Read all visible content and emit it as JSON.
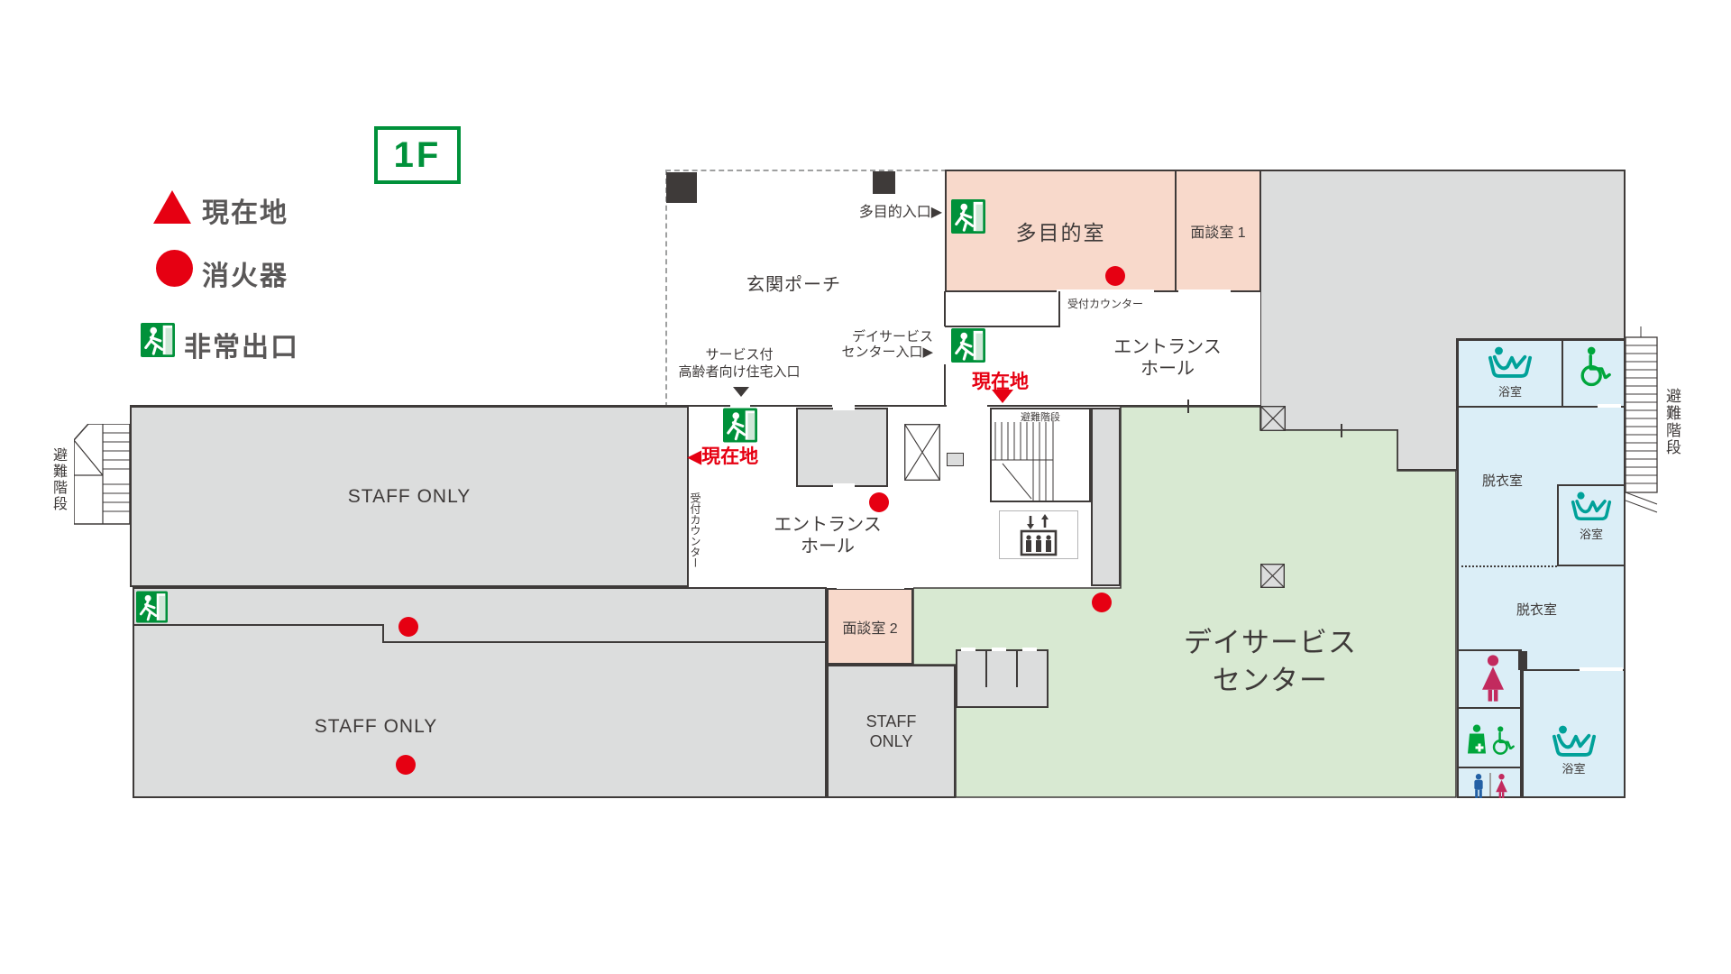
{
  "floor_label": "1F",
  "legend": {
    "current_location": "現在地",
    "fire_extinguisher": "消火器",
    "emergency_exit": "非常出口"
  },
  "labels": {
    "multipurpose_entrance": "多目的入口▶",
    "porch": "玄関ポーチ",
    "day_service_entrance": "デイサービス\nセンター入口▶",
    "senior_housing_entrance": "サービス付\n高齢者向け住宅入口",
    "current_center": "現在地",
    "current_left": "◀現在地",
    "counter_upper": "受付カウンター",
    "counter_lower": "受付カウンター",
    "hall_upper": "エントランス\nホール",
    "hall_lower": "エントランス\nホール",
    "multipurpose_room": "多目的室",
    "meeting_1": "面談室 1",
    "meeting_2": "面談室 2",
    "staff_upper": "STAFF ONLY",
    "staff_lower": "STAFF ONLY",
    "staff_small": "STAFF\nONLY",
    "day_service_center": "デイサービス\nセンター",
    "stairs_left": "避難階段",
    "stairs_center": "避難階段",
    "stairs_right": "避難階段",
    "bath_1": "浴室",
    "bath_2": "浴室",
    "bath_3": "浴室",
    "change_1": "脱衣室",
    "change_2": "脱衣室"
  },
  "colors": {
    "marker_red": "#e60012",
    "exit_green": "#00913a",
    "room_gray": "#dcdddd",
    "room_pink": "#f8d9cb",
    "room_green": "#d8e9d2",
    "room_blue": "#dbeef7",
    "wall": "#3e3a39",
    "legend_text": "#595757",
    "teal_icon": "#00a199",
    "wc_blue": "#2360a5",
    "wc_crimson": "#c22a5e",
    "wc_green": "#00a63c"
  },
  "icons": {
    "exit": "emergency-exit-running-man-icon",
    "bathtub": "bathtub-person-icon",
    "wheelchair": "wheelchair-icon",
    "elevator": "elevator-icon",
    "woman": "woman-icon",
    "man": "man-icon",
    "care": "care-person-icon",
    "shaft": "crossed-shaft-icon",
    "extinguisher": "fire-extinguisher-dot",
    "location": "current-location-triangle"
  }
}
